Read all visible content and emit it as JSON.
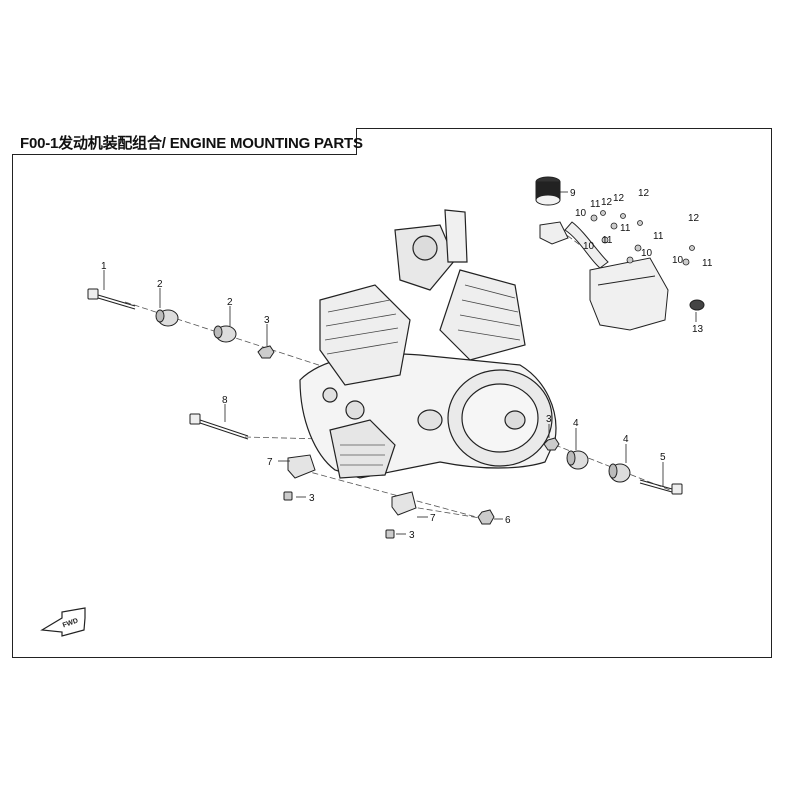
{
  "title": "F00-1发动机装配组合/ ENGINE MOUNTING PARTS",
  "fwd_label": "FWD",
  "callouts": [
    "1",
    "2",
    "2",
    "3",
    "8",
    "7",
    "3",
    "7",
    "3",
    "6",
    "3",
    "4",
    "4",
    "5",
    "9",
    "10",
    "11",
    "12",
    "12",
    "10",
    "11",
    "11",
    "12",
    "10",
    "11",
    "12",
    "10",
    "11",
    "13"
  ]
}
